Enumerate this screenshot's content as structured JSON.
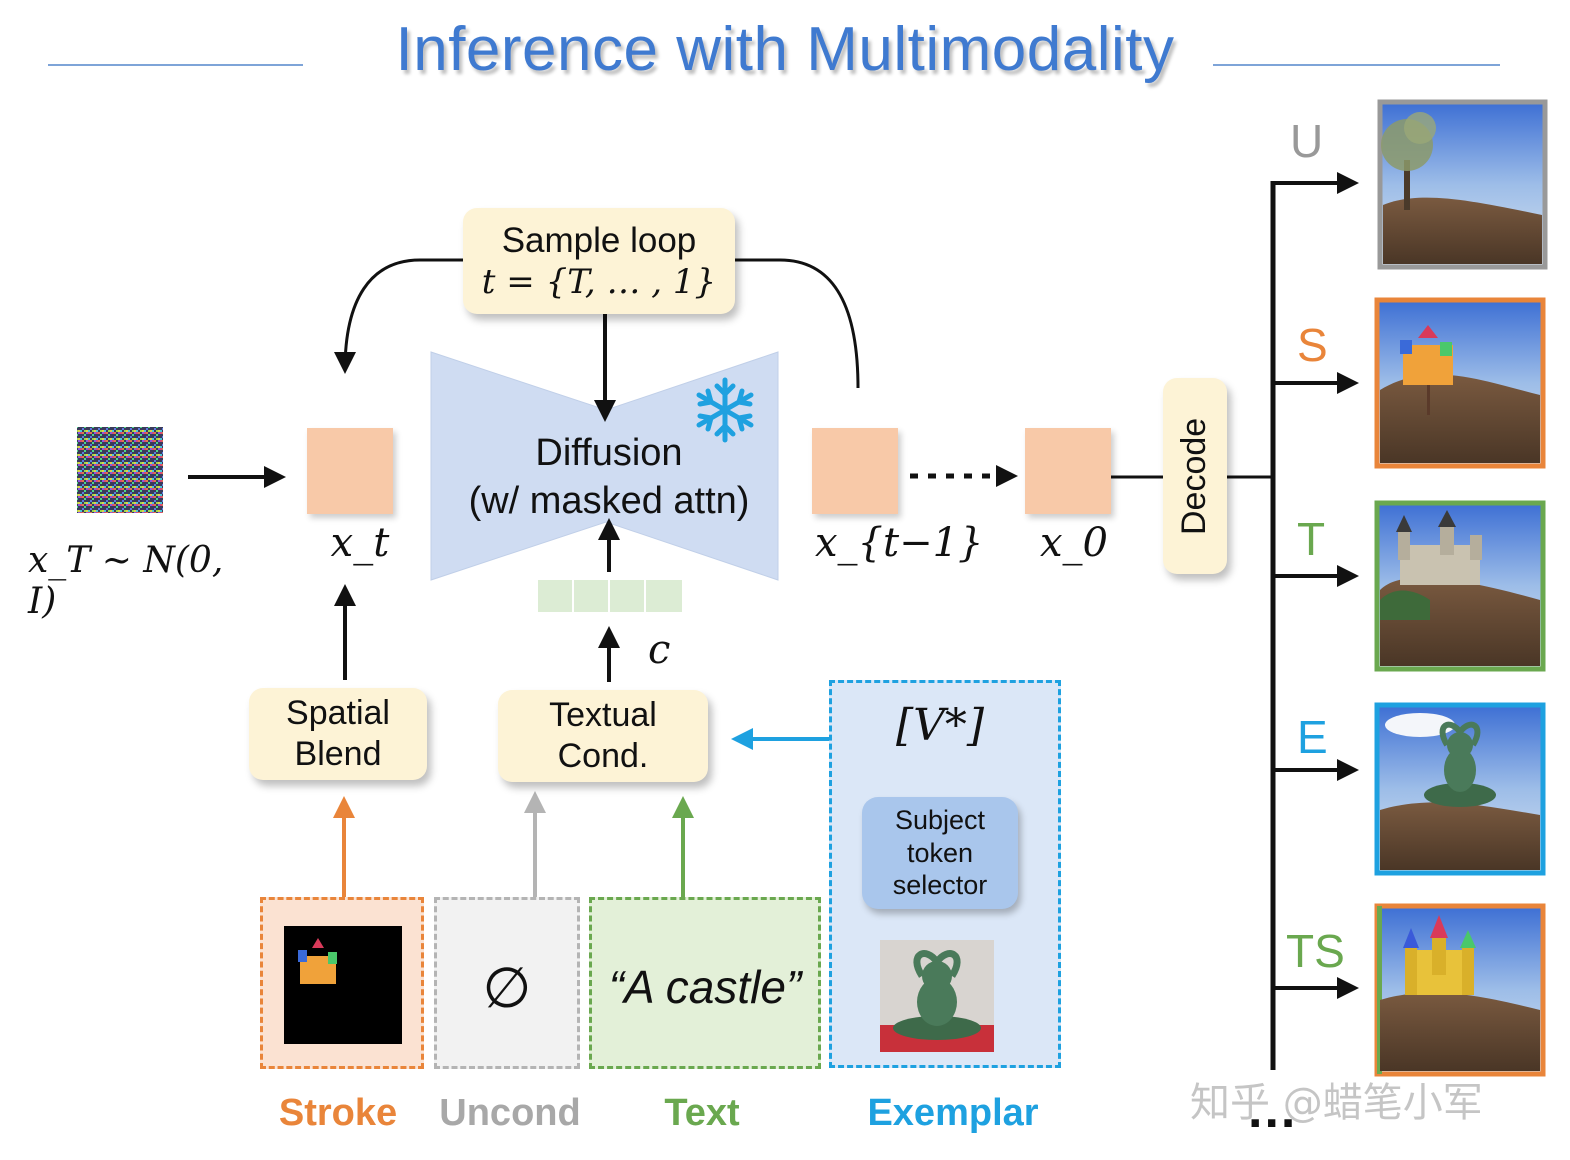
{
  "title": "Inference with Multimodality",
  "nodes": {
    "noise_label": "x_T ~ N(0, I)",
    "xt_label": "x_t",
    "xt1_label": "x_{t−1}",
    "x0_label": "x_0",
    "sample_loop_line1": "Sample loop",
    "sample_loop_line2": "t = {T, … , 1}",
    "diffusion_line1": "Diffusion",
    "diffusion_line2": "(w/ masked attn)",
    "c_label": "c",
    "spatial_blend_line1": "Spatial",
    "spatial_blend_line2": "Blend",
    "textual_cond_line1": "Textual",
    "textual_cond_line2": "Cond.",
    "v_star": "[V*]",
    "subject_selector_line1": "Subject",
    "subject_selector_line2": "token",
    "subject_selector_line3": "selector",
    "decode": "Decode",
    "empty_set": "∅",
    "text_prompt": "“A castle”",
    "ellipsis": "..."
  },
  "inputs": [
    {
      "label": "Stroke",
      "color": "#e9853a"
    },
    {
      "label": "Uncond",
      "color": "#a8a8a8"
    },
    {
      "label": "Text",
      "color": "#6aa84f"
    },
    {
      "label": "Exemplar",
      "color": "#1ea1e0"
    }
  ],
  "outputs": [
    {
      "label": "U",
      "color": "#999999"
    },
    {
      "label": "S",
      "color": "#e9853a"
    },
    {
      "label": "T",
      "color": "#6aa84f"
    },
    {
      "label": "E",
      "color": "#1ea1e0"
    },
    {
      "label": "TS",
      "color": "#6aa84f"
    }
  ],
  "watermark": "知乎 @蜡笔小军",
  "colors": {
    "title": "#3f7ad0",
    "yellow_box": "#fdf3d6",
    "latent_square": "#f8c9a8",
    "diffusion_fill": "#cfdcf2",
    "snowflake": "#1ea1e0"
  }
}
